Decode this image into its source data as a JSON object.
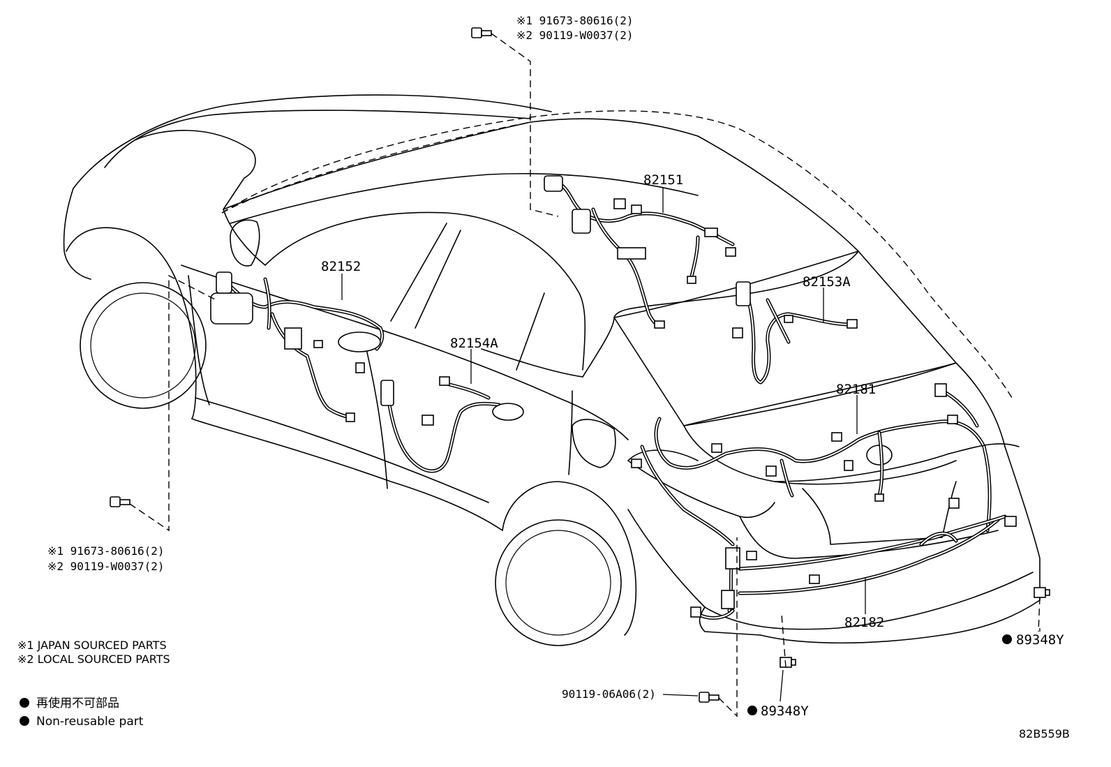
{
  "callouts": {
    "top_note_1": "※1 91673-80616(2)",
    "top_note_2": "※2 90119-W0037(2)",
    "left_note_1": "※1 91673-80616(2)",
    "left_note_2": "※2 90119-W0037(2)",
    "part_82151": "82151",
    "part_82152": "82152",
    "part_82153a": "82153A",
    "part_82154a": "82154A",
    "part_82181": "82181",
    "part_82182": "82182",
    "bolt_bottom": "90119-06A06(2)",
    "clip_right": "89348Y",
    "clip_bottom": "89348Y"
  },
  "legend": {
    "japan_sourced": "※1 JAPAN SOURCED PARTS",
    "local_sourced": "※2 LOCAL SOURCED PARTS",
    "non_reusable_jp": "再使用不可部品",
    "non_reusable_en": "Non-reusable part"
  },
  "diagram_id": "82B559B"
}
